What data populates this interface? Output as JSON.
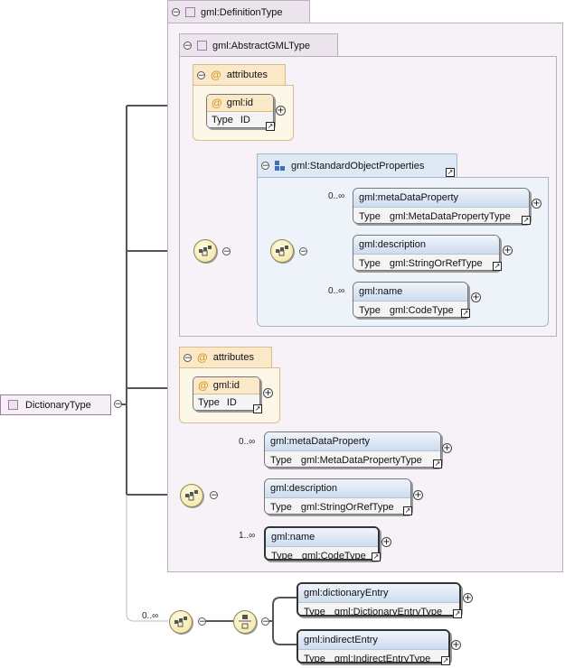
{
  "root": {
    "label": "DictionaryType"
  },
  "definition_type": {
    "label": "gml:DefinitionType"
  },
  "abstract_gml_type": {
    "label": "gml:AbstractGMLType"
  },
  "attributes_label": "attributes",
  "attr_id": {
    "name": "gml:id",
    "type_label": "Type",
    "type_value": "ID"
  },
  "std_props_group": {
    "label": "gml:StandardObjectProperties"
  },
  "std_props": [
    {
      "card": "0..∞",
      "name": "gml:metaDataProperty",
      "type_label": "Type",
      "type_value": "gml:MetaDataPropertyType"
    },
    {
      "card": "",
      "name": "gml:description",
      "type_label": "Type",
      "type_value": "gml:StringOrRefType"
    },
    {
      "card": "0..∞",
      "name": "gml:name",
      "type_label": "Type",
      "type_value": "gml:CodeType"
    }
  ],
  "def_props": [
    {
      "card": "0..∞",
      "name": "gml:metaDataProperty",
      "type_label": "Type",
      "type_value": "gml:MetaDataPropertyType"
    },
    {
      "card": "",
      "name": "gml:description",
      "type_label": "Type",
      "type_value": "gml:StringOrRefType"
    },
    {
      "card": "1..∞",
      "name": "gml:name",
      "type_label": "Type",
      "type_value": "gml:CodeType"
    }
  ],
  "bottom_seq_card": "0..∞",
  "choice_elems": [
    {
      "name": "gml:dictionaryEntry",
      "type_label": "Type",
      "type_value": "gml:DictionaryEntryType"
    },
    {
      "name": "gml:indirectEntry",
      "type_label": "Type",
      "type_value": "gml:IndirectEntryType"
    }
  ],
  "icons": {
    "collapse": "minus-circle-icon",
    "expand": "plus-circle-icon",
    "reference": "reference-arrow-icon",
    "sequence": "sequence-compositor-icon",
    "choice": "choice-compositor-icon",
    "group": "model-group-icon",
    "complex_type": "complex-type-icon",
    "attribute": "attribute-icon"
  },
  "colors": {
    "type_bg": "#f7f2f7",
    "attr_bg": "#fbe8c8",
    "element_header": "#cddcef",
    "compositor": "#f1e3a0"
  }
}
